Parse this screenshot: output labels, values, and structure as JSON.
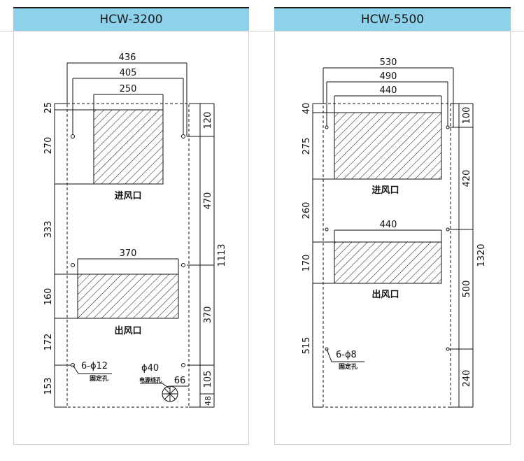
{
  "left": {
    "title": "HCW-3200",
    "dims": {
      "top_436": "436",
      "top_405": "405",
      "top_250": "250",
      "mid_370": "370",
      "l_25": "25",
      "l_270": "270",
      "l_333": "333",
      "l_160": "160",
      "l_172": "172",
      "l_153": "153",
      "r_120": "120",
      "r_470": "470",
      "r_370": "370",
      "r_105": "105",
      "r_48": "48",
      "total_1113": "1113",
      "d40": "ϕ40",
      "d66": "66"
    },
    "labels": {
      "inlet": "进风口",
      "outlet": "出风口",
      "holes": "6-ϕ12",
      "holes_note": "固定孔",
      "cable_hole": "电源线孔"
    }
  },
  "right": {
    "title": "HCW-5500",
    "dims": {
      "top_530": "530",
      "top_490": "490",
      "top_440": "440",
      "mid_440": "440",
      "l_40": "40",
      "l_275": "275",
      "l_260": "260",
      "l_170": "170",
      "l_515": "515",
      "r_100": "100",
      "r_420": "420",
      "r_500": "500",
      "r_240": "240",
      "total_1320": "1320"
    },
    "labels": {
      "inlet": "进风口",
      "outlet": "出风口",
      "holes": "6-ϕ8",
      "holes_note": "固定孔"
    }
  },
  "colors": {
    "header": "#8dd1ea",
    "line": "#111111",
    "border": "#cfcfcf"
  }
}
